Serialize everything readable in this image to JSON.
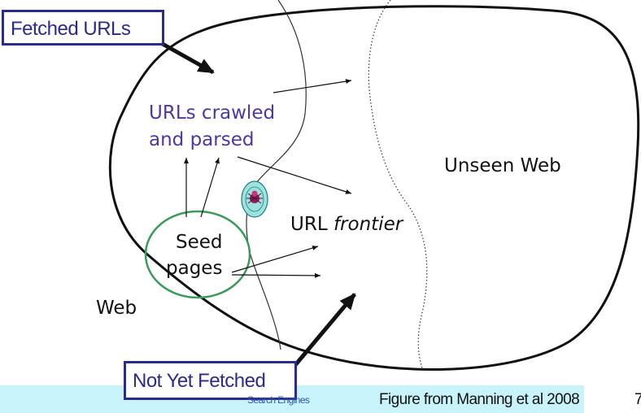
{
  "labels": {
    "fetched_urls": "Fetched URLs",
    "not_yet_fetched": "Not Yet Fetched",
    "crawled_line1": "URLs crawled",
    "crawled_line2": "and parsed",
    "unseen_web": "Unseen Web",
    "frontier_prefix": "URL ",
    "frontier_italic": "frontier",
    "seed_line1": "Seed",
    "seed_line2": "pages",
    "web": "Web"
  },
  "icons": {
    "spider": "spider-icon"
  },
  "footer": {
    "source": "Search Engines",
    "citation": "Figure from Manning et al 2008",
    "page_number": "7"
  },
  "colors": {
    "box_border": "#2b2b8c",
    "crawled_text": "#4a3aa0",
    "seed_circle": "#3a9a5a",
    "footer_band": "#c9f3fb"
  }
}
